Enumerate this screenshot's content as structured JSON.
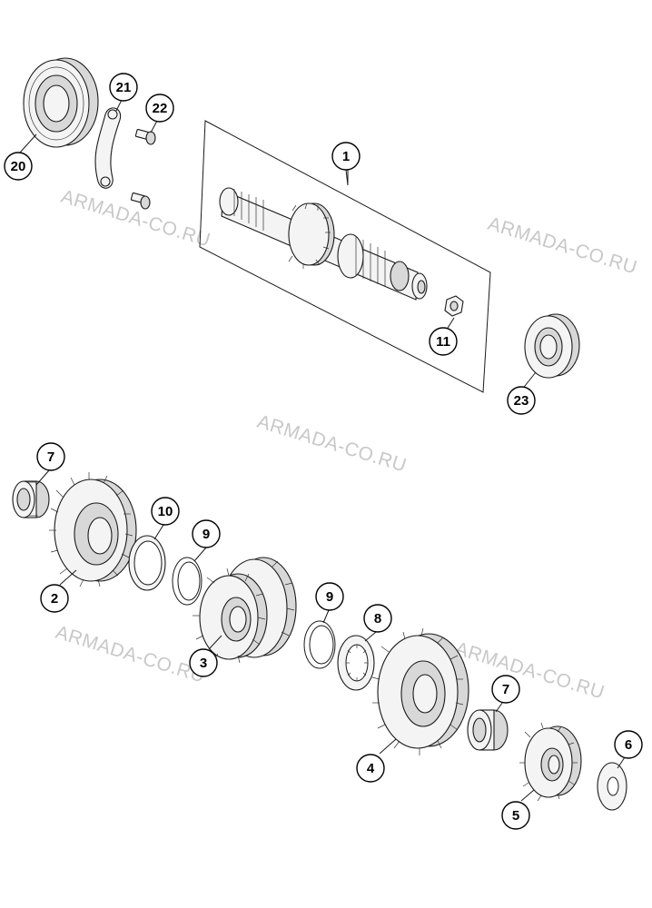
{
  "watermark": "ARMADA-CO.RU",
  "callouts": [
    {
      "id": "c1",
      "label": "1"
    },
    {
      "id": "c2",
      "label": "2"
    },
    {
      "id": "c3",
      "label": "3"
    },
    {
      "id": "c4",
      "label": "4"
    },
    {
      "id": "c5",
      "label": "5"
    },
    {
      "id": "c6",
      "label": "6"
    },
    {
      "id": "c7a",
      "label": "7"
    },
    {
      "id": "c7b",
      "label": "7"
    },
    {
      "id": "c8",
      "label": "8"
    },
    {
      "id": "c9a",
      "label": "9"
    },
    {
      "id": "c9b",
      "label": "9"
    },
    {
      "id": "c10",
      "label": "10"
    },
    {
      "id": "c11",
      "label": "11"
    },
    {
      "id": "c20",
      "label": "20"
    },
    {
      "id": "c21",
      "label": "21"
    },
    {
      "id": "c22",
      "label": "22"
    },
    {
      "id": "c23",
      "label": "23"
    }
  ]
}
